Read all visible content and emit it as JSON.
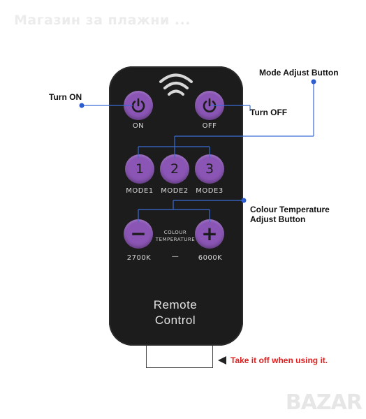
{
  "watermarks": {
    "top": "Магазин за плажни ...",
    "corner": "BAZAR"
  },
  "remote": {
    "buttons": {
      "on": {
        "label": "ON",
        "icon": "power-icon"
      },
      "off": {
        "label": "OFF",
        "icon": "power-icon"
      },
      "mode1": {
        "glyph": "1",
        "label": "MODE1"
      },
      "mode2": {
        "glyph": "2",
        "label": "MODE2"
      },
      "mode3": {
        "glyph": "3",
        "label": "MODE3"
      },
      "minus": {
        "glyph": "−",
        "label": "2700K"
      },
      "plus": {
        "glyph": "+",
        "label": "6000K"
      }
    },
    "colour_label_line1": "COLOUR",
    "colour_label_line2": "TEMPERATURE",
    "range_dash": "—",
    "title_line1": "Remote",
    "title_line2": "Control",
    "signal_icon": "wireless-signal-icon"
  },
  "callouts": {
    "turn_on": "Turn ON",
    "turn_off": "Turn OFF",
    "mode_adjust": "Mode Adjust Button",
    "colour_temp_line1": "Colour Temperature",
    "colour_temp_line2": "Adjust Button",
    "take_off": "Take it off when using it."
  },
  "colors": {
    "button_purple": "#8a55b4",
    "remote_body": "#1c1c1c",
    "callout_line": "#3a6bd6",
    "warning_text": "#e02020"
  }
}
